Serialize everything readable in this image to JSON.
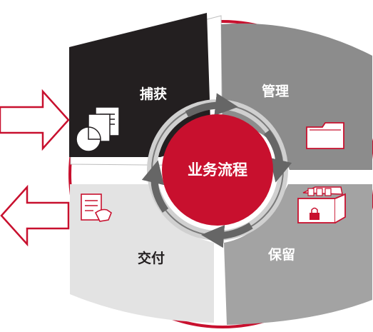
{
  "center": {
    "label": "业务流程",
    "color": "#c8102e"
  },
  "segments": {
    "capture": {
      "label": "捕获",
      "icon": "document-capture-icon",
      "color": "#231f20",
      "text_color": "#ffffff"
    },
    "manage": {
      "label": "管理",
      "icon": "folder-icon",
      "color": "#8c8c8c",
      "text_color": "#ffffff"
    },
    "retain": {
      "label": "保留",
      "icon": "file-box-icon",
      "color": "#a3a3a3",
      "text_color": "#ffffff"
    },
    "deliver": {
      "label": "交付",
      "icon": "document-hand-icon",
      "color": "#e3e3e3",
      "text_color": "#231f20"
    }
  },
  "accent_color": "#c8102e",
  "arrows": {
    "incoming": "arrow-right-icon",
    "outgoing": "arrow-left-icon"
  }
}
